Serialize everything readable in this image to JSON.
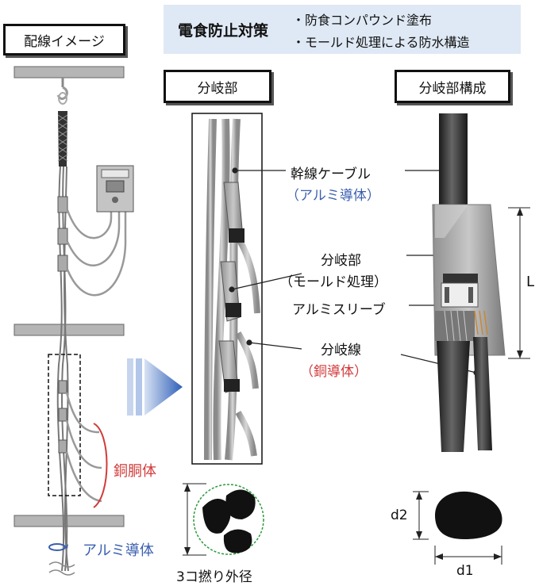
{
  "left_panel": {
    "title": "配線イメージ",
    "copper_label": "銅胴体",
    "alu_label": "アルミ導体"
  },
  "notice": {
    "title": "電食防止対策",
    "items": [
      "・防食コンパウンド塗布",
      "・モールド処理による防水構造"
    ]
  },
  "middle_panel": {
    "title": "分岐部",
    "cross_section_label": "3コ撚り外径"
  },
  "right_panel": {
    "title": "分岐部構成",
    "trunk": {
      "label": "幹線ケーブル",
      "sub": "（アルミ導体）"
    },
    "branch_part": {
      "label": "分岐部",
      "sub": "（モールド処理）"
    },
    "sleeve": {
      "label": "アルミスリーブ"
    },
    "branch_wire": {
      "label": "分岐線",
      "sub": "（銅導体）"
    },
    "dim_L": "L",
    "dim_d1": "d1",
    "dim_d2": "d2"
  },
  "colors": {
    "blue_text": "#3a5fb0",
    "red_text": "#d23a3a",
    "notice_bg": "#dfe9f5"
  }
}
